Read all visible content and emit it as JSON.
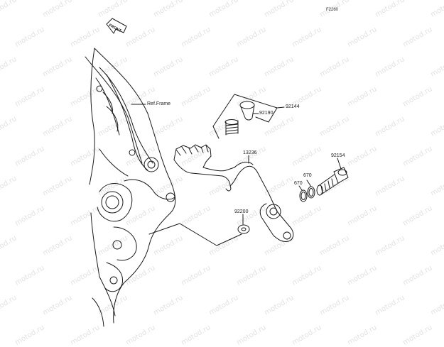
{
  "diagram_code": "F2260",
  "front_label": "FRONT",
  "ref_frame_label": "Ref.Frame",
  "watermark_text": "motod.ru",
  "parts": {
    "p92144": "92144",
    "p92190": "92190",
    "p13236": "13236",
    "p92154": "92154",
    "p670a": "670",
    "p670b": "670",
    "p92200": "92200"
  },
  "colors": {
    "line": "#1a1a1a",
    "watermark": "#e2e2e2"
  }
}
